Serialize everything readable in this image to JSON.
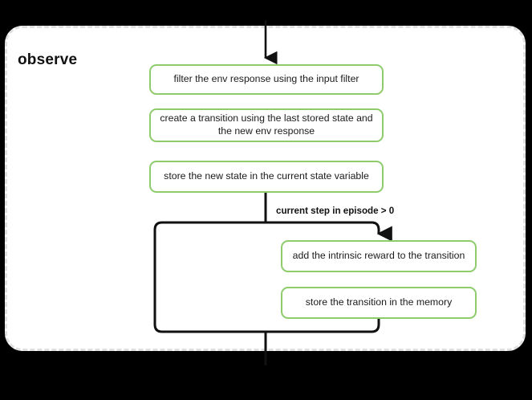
{
  "diagram": {
    "title": "observe",
    "type": "flowchart",
    "background_color": "#000000",
    "container_fill": "#ffffff",
    "container_border_color": "#e0e0e0",
    "node_border_color": "#8ecb6b",
    "connector_color": "#111111",
    "nodes": [
      {
        "id": "filter",
        "label": "filter the env response using the input filter"
      },
      {
        "id": "create",
        "label": "create a transition using the last stored state and the new env response"
      },
      {
        "id": "store_state",
        "label": "store the new state in the current state variable"
      },
      {
        "id": "intrinsic",
        "label": "add the intrinsic reward to the transition"
      },
      {
        "id": "store_trans",
        "label": "store the transition in the memory"
      }
    ],
    "branch_label": "current step in episode > 0"
  }
}
